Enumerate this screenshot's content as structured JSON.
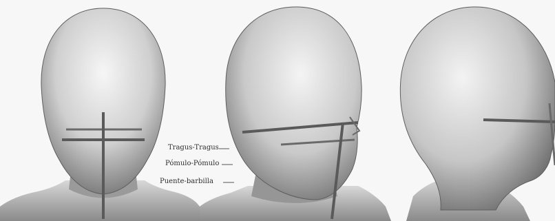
{
  "figure": {
    "colors": {
      "background": "#f7f7f7",
      "head_light": "#f4f4f4",
      "head_dark": "#6f6f6f",
      "measure_line": "#5a5a5a"
    },
    "views": [
      "front",
      "three-quarter",
      "side"
    ],
    "labels": {
      "tragus": "Tragus-Tragus",
      "pomulo": "Pómulo-Pómulo",
      "puente": "Puente-barbilla"
    }
  }
}
